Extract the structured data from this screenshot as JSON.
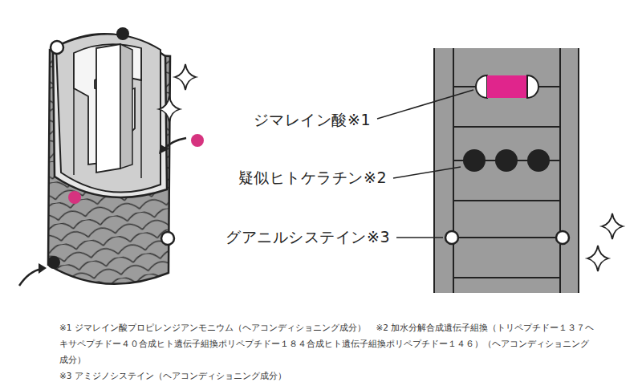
{
  "diagram": {
    "labels": [
      "ジマレイン酸※1",
      "疑似ヒトケラチン※2",
      "グアニルシステイン※3",
      "※1 ジマレイン酸プロピレンジアンモニウム（ヘアコンディショニング成分）",
      "※2 加水分解合成遺伝子組換（トリペプチドー１３７ヘキサペプチドー４０合成ヒト遺伝子組換ポリペプチドー１８４合成ヒト遺伝子組換ポリペプチドー１４６）（ヘアコンディショニング成分）",
      "※3 アミジノシステイン（ヘアコンディショニング成分）"
    ]
  }
}
